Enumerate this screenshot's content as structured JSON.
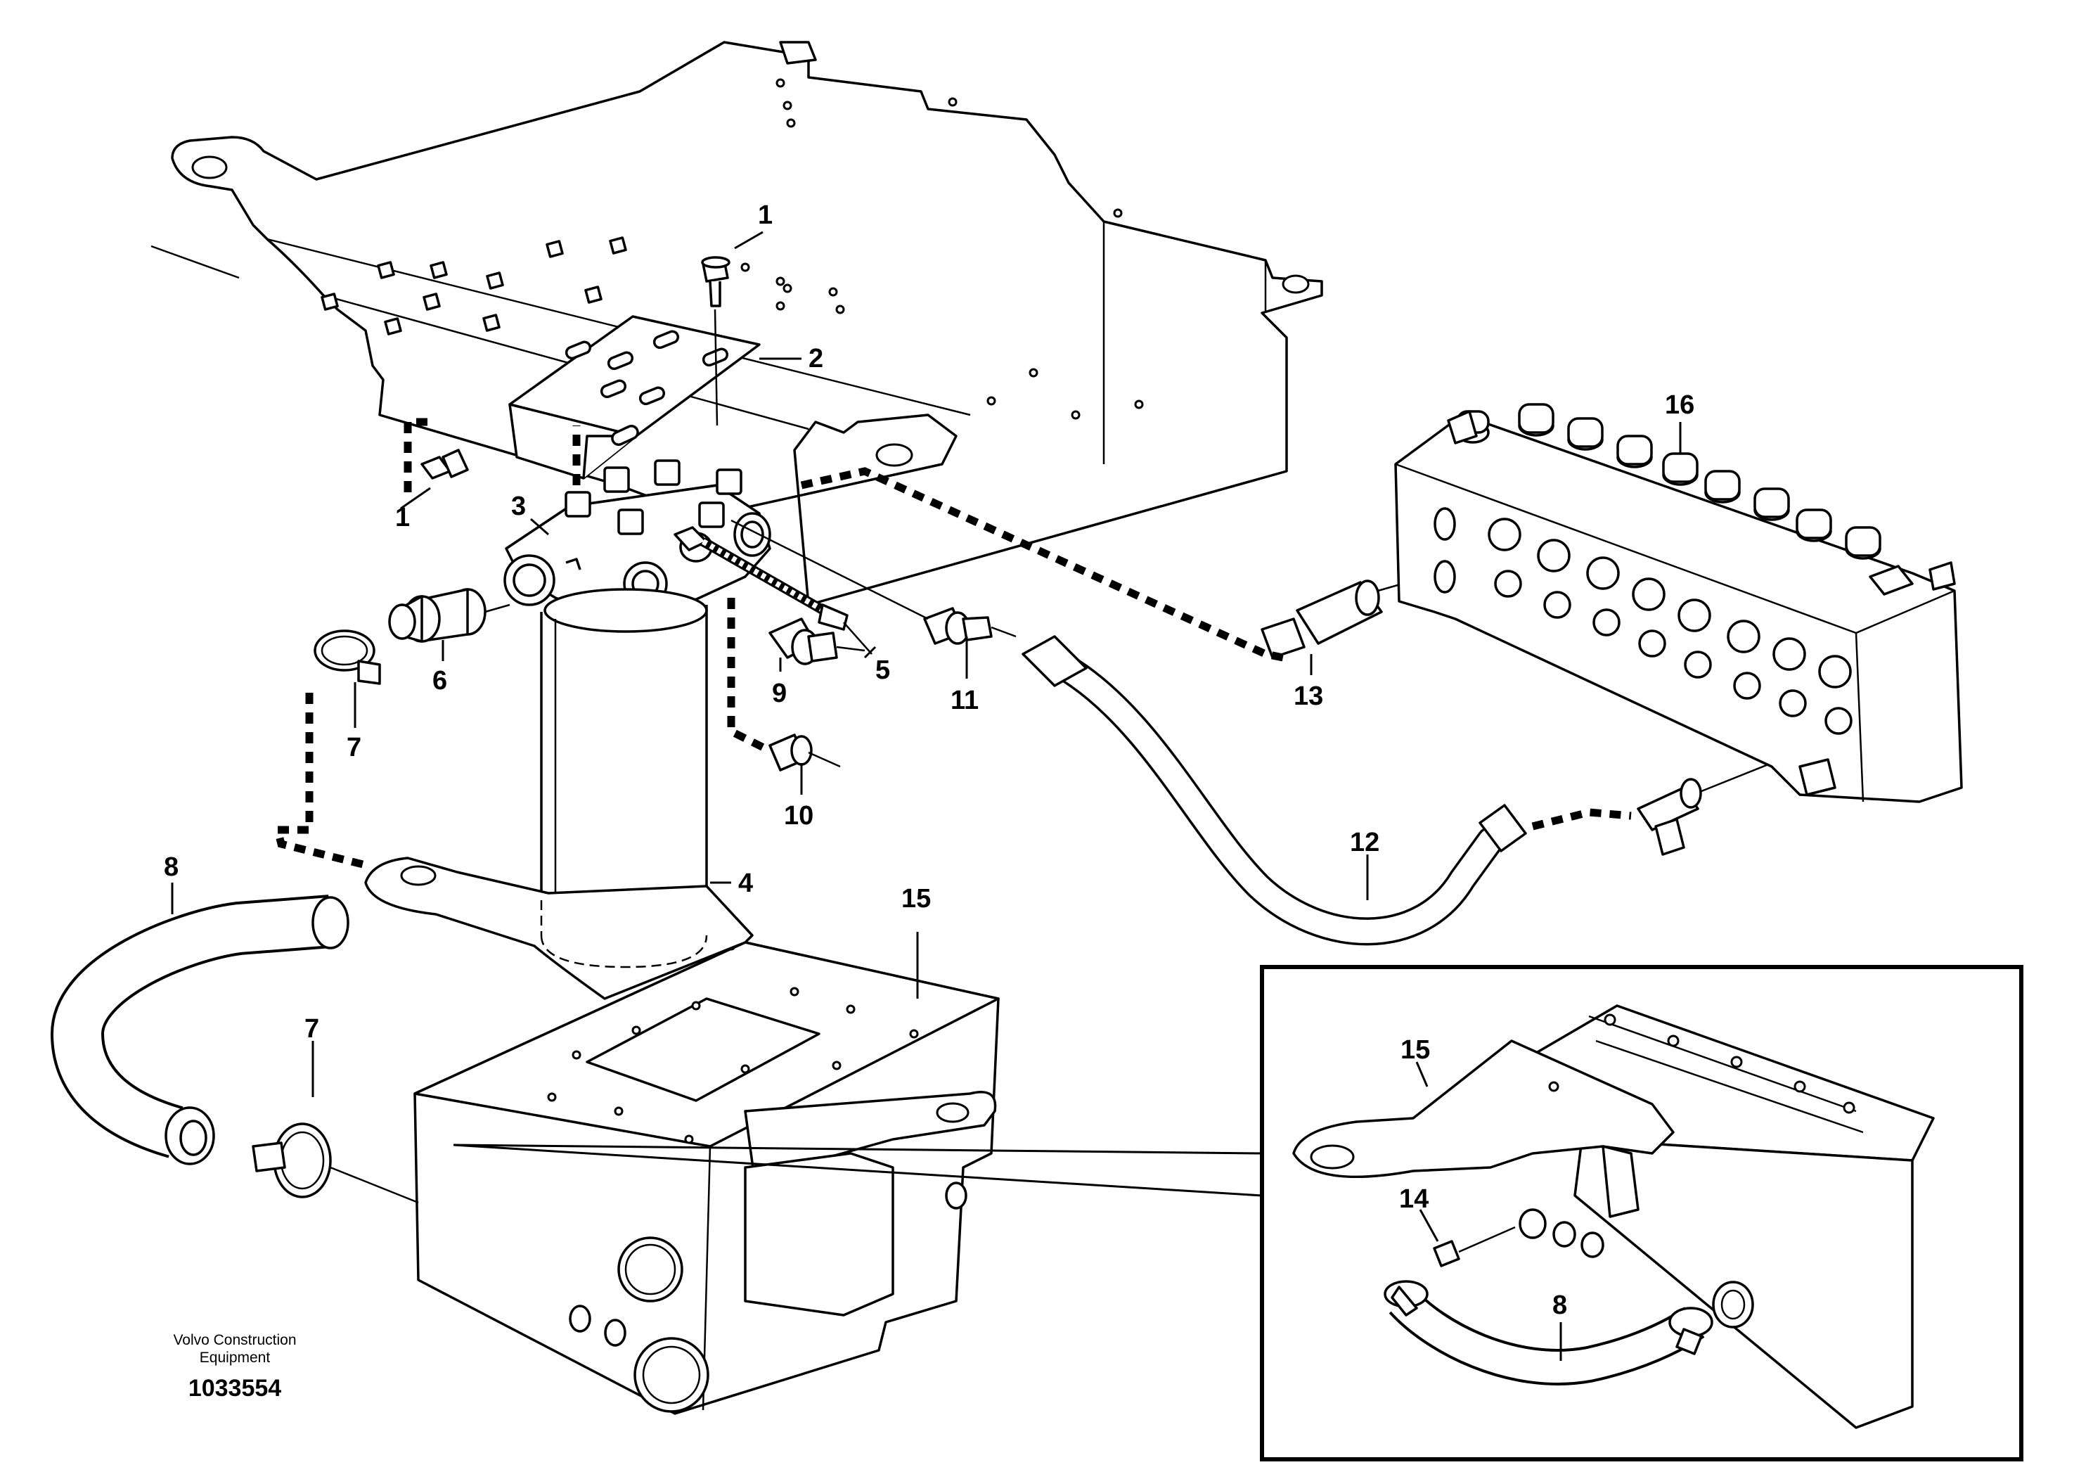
{
  "callouts": {
    "c1a": "1",
    "c1b": "1",
    "c2": "2",
    "c3": "3",
    "c4": "4",
    "c5": "5",
    "c6": "6",
    "c7a": "7",
    "c7b": "7",
    "c8a": "8",
    "c8b": "8",
    "c9": "9",
    "c10": "10",
    "c11": "11",
    "c12": "12",
    "c13": "13",
    "c14": "14",
    "c15a": "15",
    "c15b": "15",
    "c16": "16"
  },
  "footer": {
    "brand_line1": "Volvo Construction",
    "brand_line2": "Equipment",
    "drawing_number": "1033554"
  }
}
